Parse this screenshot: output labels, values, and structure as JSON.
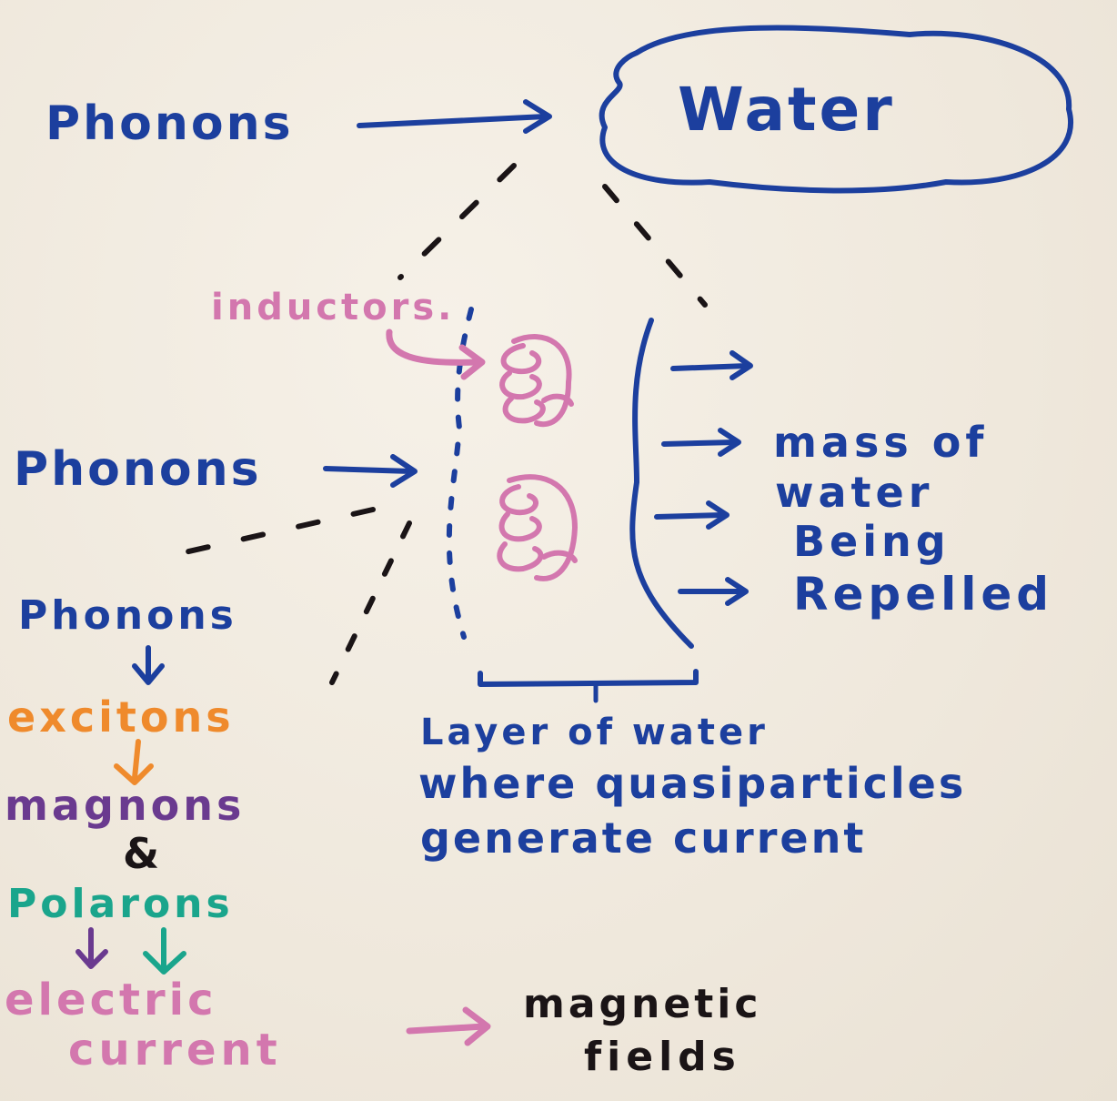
{
  "labels": {
    "water": "Water",
    "phonons_top": "Phonons",
    "inductors": "inductors.",
    "phonons_mid": "Phonons",
    "mass_line1": "mass of",
    "mass_line2": "water",
    "mass_line3": "Being",
    "mass_line4": "Repelled",
    "layer_line1": "Layer of water",
    "layer_line2": "where quasiparticles",
    "layer_line3": "generate current",
    "chain_phonons": "Phonons",
    "excitons": "excitons",
    "magnons": "magnons",
    "ampersand": "&",
    "polarons": "Polarons",
    "electric_line1": "electric",
    "electric_line2": "current",
    "magnetic_line1": "magnetic",
    "magnetic_line2": "fields"
  },
  "colors": {
    "blue": "#1c3f9e",
    "pink": "#d377ae",
    "orange": "#ef8a2c",
    "purple": "#6a3a8f",
    "teal": "#1aa58c",
    "black": "#1a1416"
  }
}
